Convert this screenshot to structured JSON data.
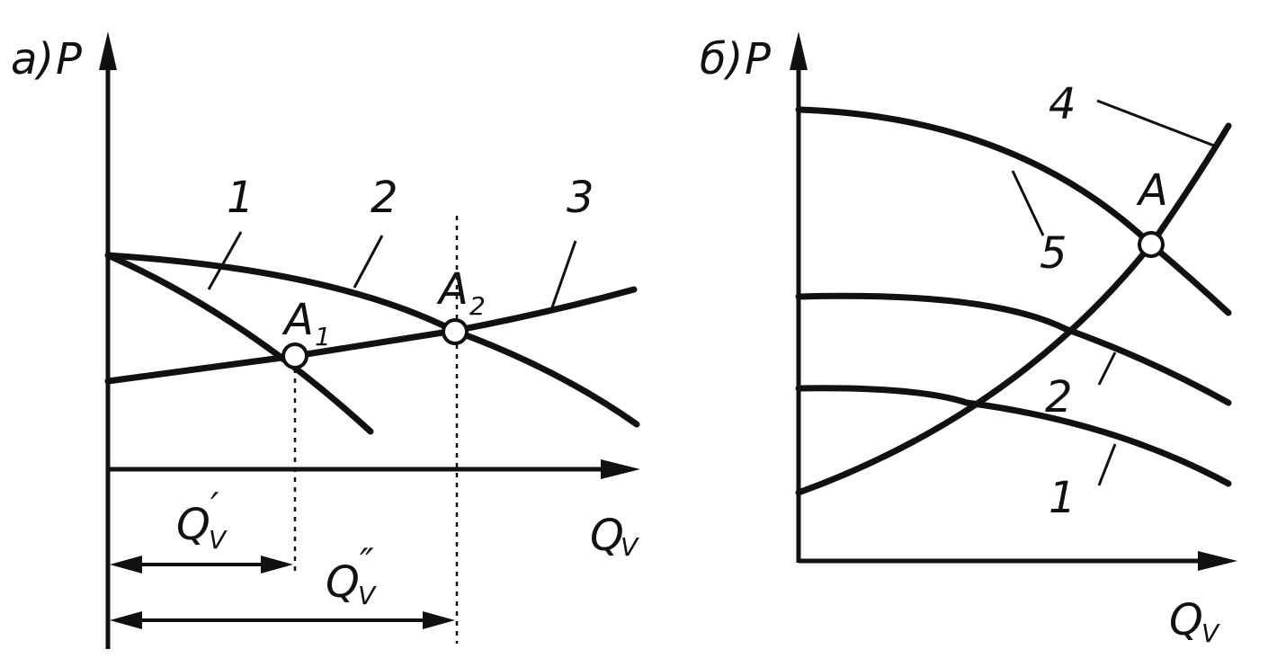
{
  "panel_a": {
    "tag": "а)",
    "y_axis": "P",
    "x_axis": {
      "main": "Q",
      "sub": "V"
    },
    "curve_labels": {
      "c1": "1",
      "c2": "2",
      "c3": "3"
    },
    "points": {
      "a1": {
        "main": "A",
        "sub": "1"
      },
      "a2": {
        "main": "A",
        "sub": "2"
      }
    },
    "dims": {
      "q1": {
        "main": "Q",
        "sub": "V",
        "mark": "′"
      },
      "q2": {
        "main": "Q",
        "sub": "V",
        "mark": "″"
      }
    }
  },
  "panel_b": {
    "tag": "б)",
    "y_axis": "P",
    "x_axis": {
      "main": "Q",
      "sub": "V"
    },
    "curve_labels": {
      "c1": "1",
      "c2": "2",
      "c4": "4",
      "c5": "5"
    },
    "points": {
      "a": "A"
    }
  }
}
